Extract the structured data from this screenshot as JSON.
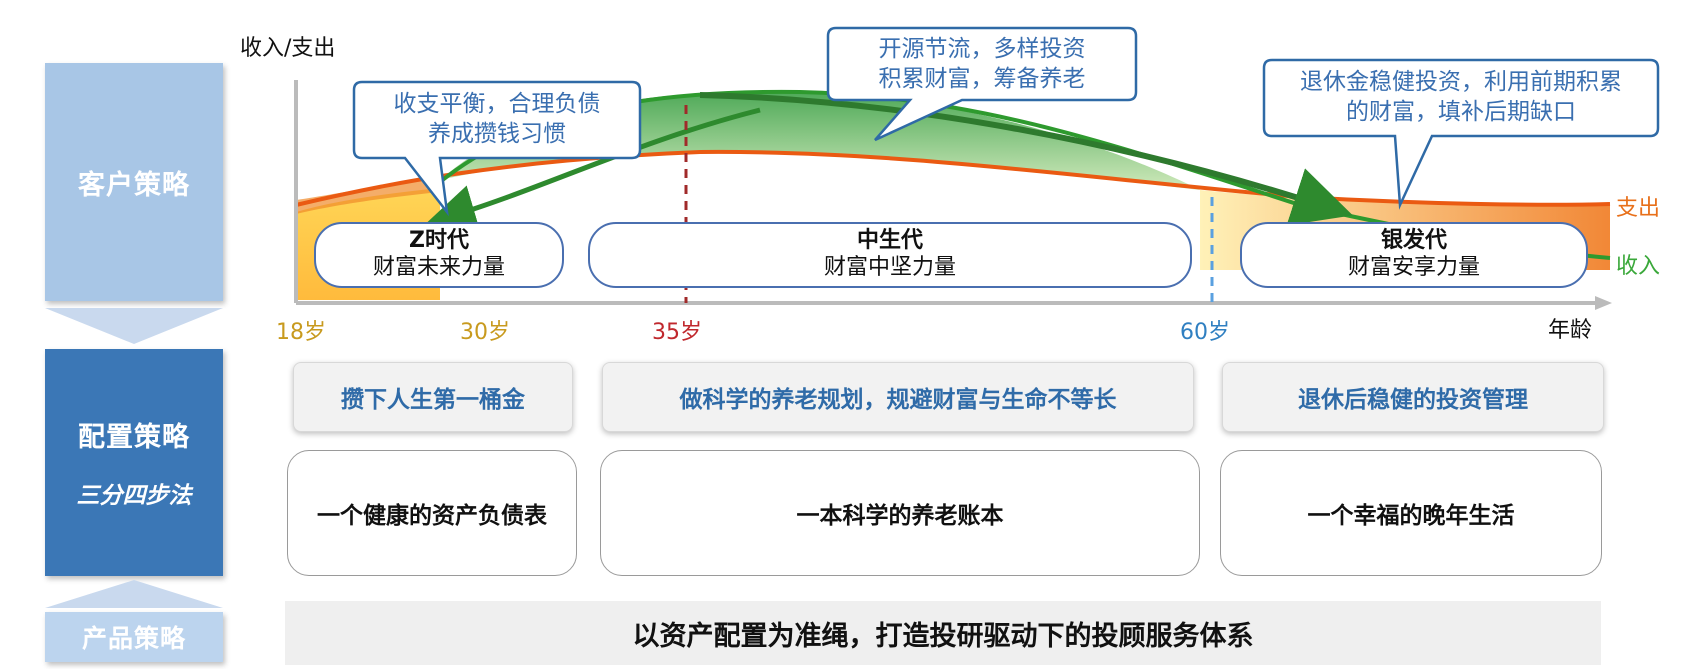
{
  "left": {
    "customer": "客户策略",
    "allocation": "配置策略",
    "method": "三分四步法",
    "product": "产品策略"
  },
  "axis": {
    "y_label": "收入/支出",
    "x_label": "年龄",
    "ticks": [
      "18岁",
      "30岁",
      "35岁",
      "60岁"
    ],
    "tick_colors": [
      "#c89a1e",
      "#c89a1e",
      "#c0282d",
      "#2f7fc1"
    ]
  },
  "legend": {
    "expense": "支出",
    "income": "收入",
    "expense_color": "#e8701a",
    "income_color": "#3aa83a"
  },
  "callouts": [
    {
      "line1": "收支平衡，合理负债",
      "line2": "养成攒钱习惯"
    },
    {
      "line1": "开源节流，多样投资",
      "line2": "积累财富，筹备养老"
    },
    {
      "line1": "退休金稳健投资，利用前期积累",
      "line2": "的财富，填补后期缺口"
    }
  ],
  "generations": [
    {
      "name": "Z时代",
      "desc": "财富未来力量"
    },
    {
      "name": "中生代",
      "desc": "财富中坚力量"
    },
    {
      "name": "银发代",
      "desc": "财富安享力量"
    }
  ],
  "strategies": [
    "攒下人生第一桶金",
    "做科学的养老规划，规避财富与生命不等长",
    "退休后稳健的投资管理"
  ],
  "goals": [
    "一个健康的资产负债表",
    "一本科学的养老账本",
    "一个幸福的晚年生活"
  ],
  "bottom": "以资产配置为准绳，打造投研驱动下的投顾服务体系"
}
